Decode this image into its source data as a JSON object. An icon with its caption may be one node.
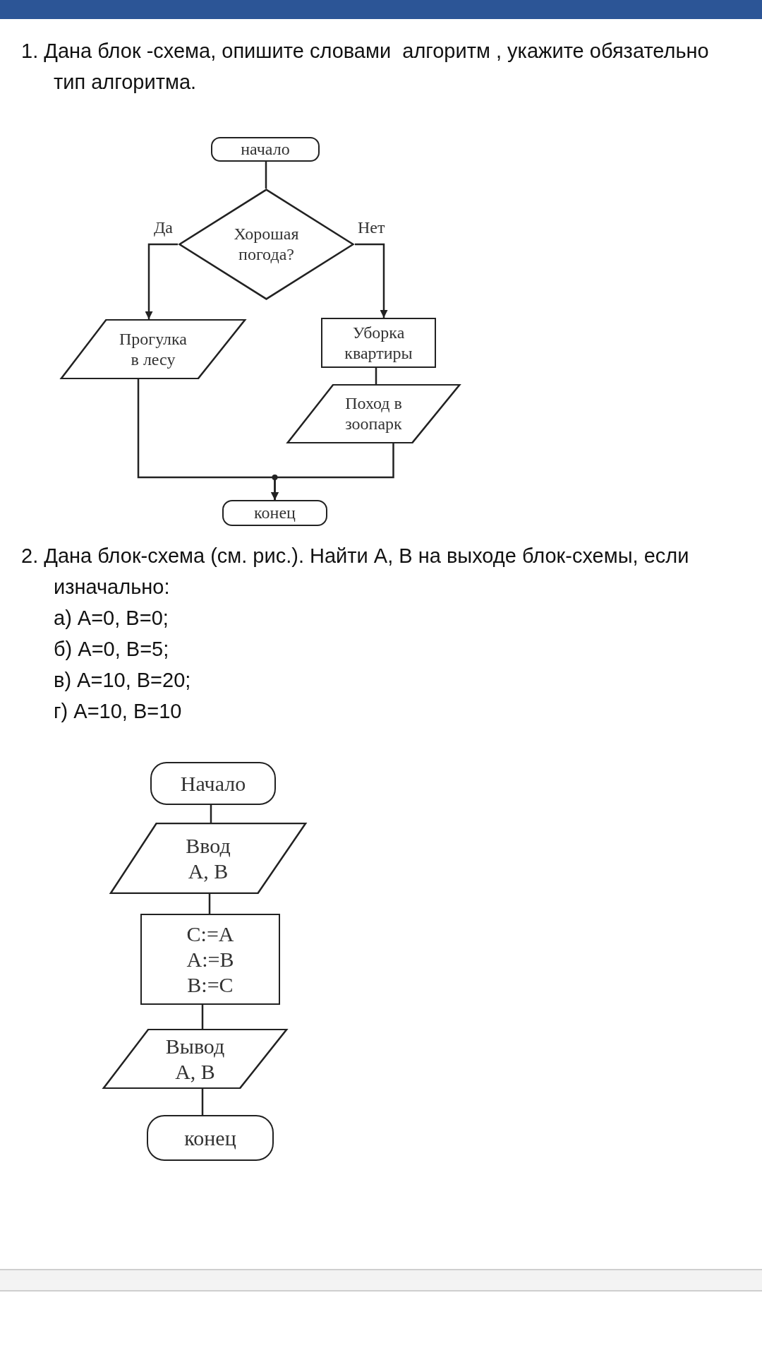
{
  "diagram": {
    "nodes": [
      {
        "text": [
          "начало"
        ]
      },
      {
        "text": [
          "Хорошая погода?"
        ]
      },
      {
        "text": [
          "Прогулка в лесу"
        ]
      },
      {
        "text": [
          "Уборка квартиры"
        ]
      },
      {
        "text": [
          "Поход в зоопарк"
        ]
      },
      {
        "text": [
          "конец"
        ]
      },
      {
        "text": [
          "Начало"
        ]
      },
      {
        "text": [
          "Ввод A, B"
        ]
      },
      {
        "text": [
          "C:=A",
          "A:=B",
          "B:=C"
        ]
      },
      {
        "text": [
          "Вывод A, B"
        ]
      },
      {
        "text": [
          "конец"
        ]
      }
    ],
    "edges": [
      {
        "from": 0,
        "to": 1,
        "arrow": "none"
      },
      {
        "from": 1,
        "to": 2,
        "arrow": "to",
        "label": "Да"
      },
      {
        "from": 1,
        "to": 3,
        "arrow": "to",
        "label": "Нет"
      },
      {
        "from": 3,
        "to": 4,
        "arrow": "none"
      },
      {
        "from": 2,
        "to": 5,
        "arrow": "to"
      },
      {
        "from": 4,
        "to": 5,
        "arrow": "to"
      },
      {
        "from": 6,
        "to": 7,
        "arrow": "none"
      },
      {
        "from": 7,
        "to": 8,
        "arrow": "none"
      },
      {
        "from": 8,
        "to": 9,
        "arrow": "none"
      },
      {
        "from": 9,
        "to": 10,
        "arrow": "none"
      }
    ],
    "labels": [
      "1. Дана блок -схема, опишите словами  алгоритм , укажите обязательно тип алгоритма.",
      "2. Дана блок-схема (см. рис.). Найти А, В на выходе блок-схемы, если изначально:",
      "а) А=0, В=0;",
      "б) А=0, В=5;",
      "в) А=10, В=20;",
      "г) А=10, В=10"
    ]
  }
}
